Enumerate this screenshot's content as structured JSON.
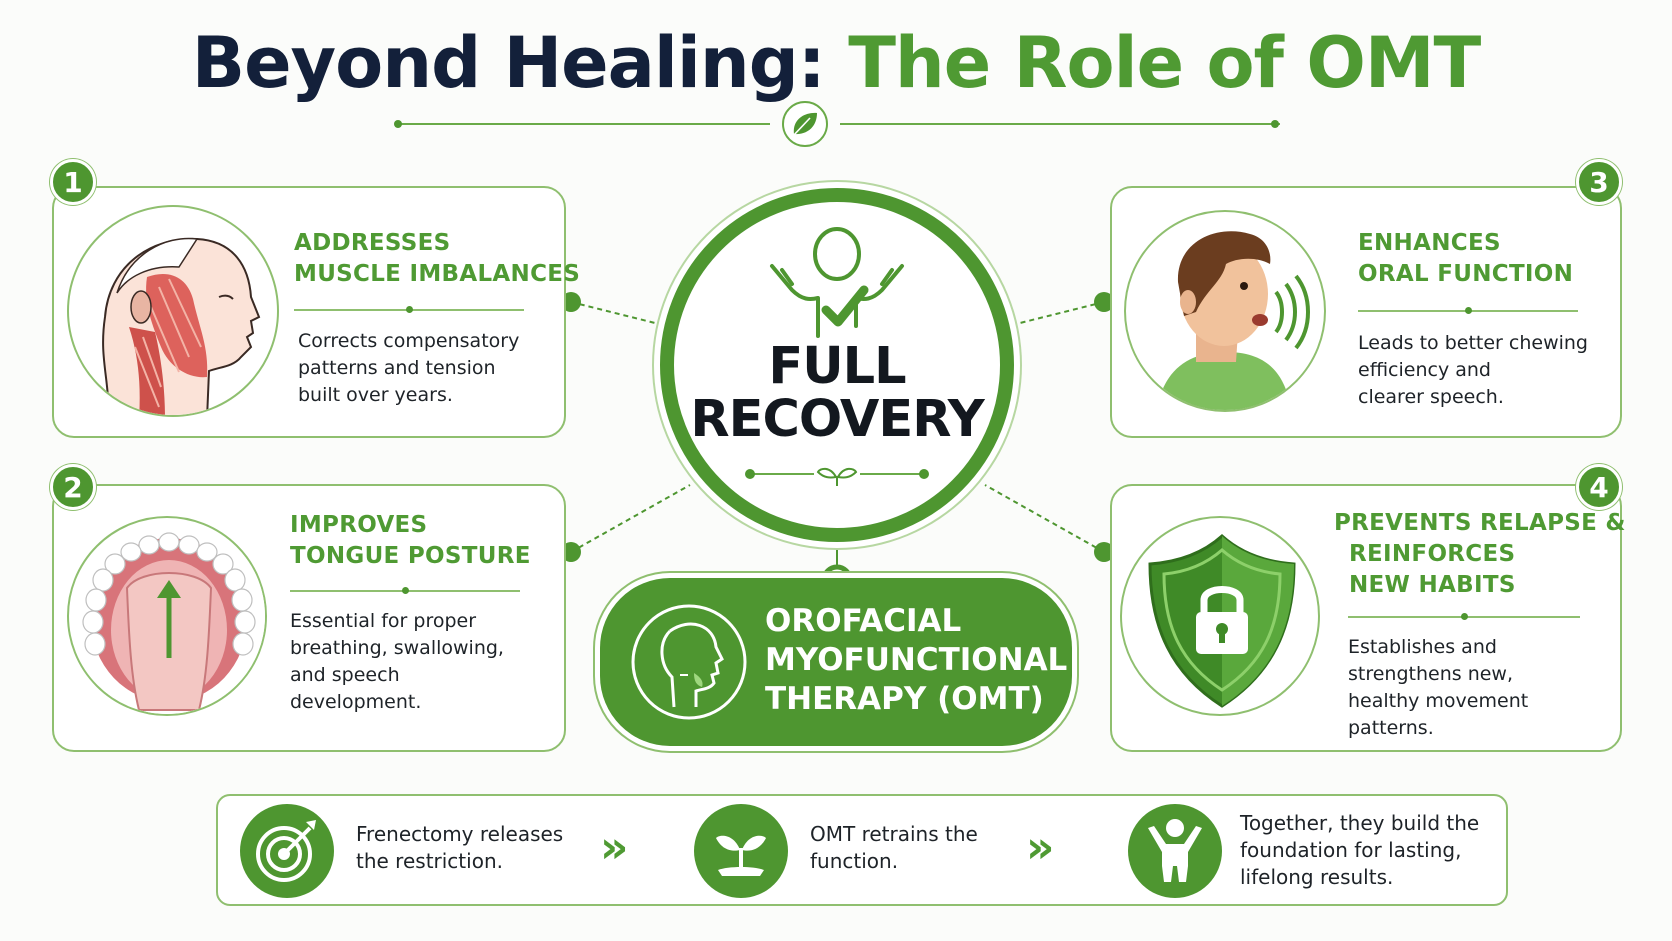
{
  "title": {
    "part1": "Beyond Healing:",
    "part2": "The Role of OMT"
  },
  "center": {
    "title_line1": "FULL",
    "title_line2": "RECOVERY",
    "therapy_line1": "OROFACIAL",
    "therapy_line2": "MYOFUNCTIONAL",
    "therapy_line3": "THERAPY (OMT)"
  },
  "cards": [
    {
      "number": "1",
      "heading_line1": "ADDRESSES",
      "heading_line2": "MUSCLE IMBALANCES",
      "text_line1": "Corrects compensatory",
      "text_line2": "patterns and tension",
      "text_line3": "built over years.",
      "icon": "head-muscles-icon"
    },
    {
      "number": "2",
      "heading_line1": "IMPROVES",
      "heading_line2": "TONGUE POSTURE",
      "text_line1": "Essential for proper",
      "text_line2": "breathing, swallowing,",
      "text_line3": "and speech",
      "text_line4": "development.",
      "icon": "mouth-tongue-icon"
    },
    {
      "number": "3",
      "heading_line1": "ENHANCES",
      "heading_line2": "ORAL FUNCTION",
      "text_line1": "Leads to better chewing",
      "text_line2": "efficiency and",
      "text_line3": "clearer speech.",
      "icon": "speaking-person-icon"
    },
    {
      "number": "4",
      "heading_line1": "PREVENTS RELAPSE &",
      "heading_line2": "REINFORCES",
      "heading_line3": "NEW HABITS",
      "text_line1": "Establishes and",
      "text_line2": "strengthens new,",
      "text_line3": "healthy movement",
      "text_line4": "patterns.",
      "icon": "shield-lock-icon"
    }
  ],
  "steps": [
    {
      "line1": "Frenectomy releases",
      "line2": "the restriction.",
      "icon": "target-icon"
    },
    {
      "line1": "OMT retrains the",
      "line2": "function.",
      "icon": "sprout-icon"
    },
    {
      "line1": "Together, they build the",
      "line2": "foundation for lasting,",
      "line3": "lifelong results.",
      "icon": "person-raised-arms-icon"
    }
  ],
  "colors": {
    "accent_green": "#4e9630",
    "title_navy": "#13203a",
    "border_green": "#8fbf6f"
  }
}
